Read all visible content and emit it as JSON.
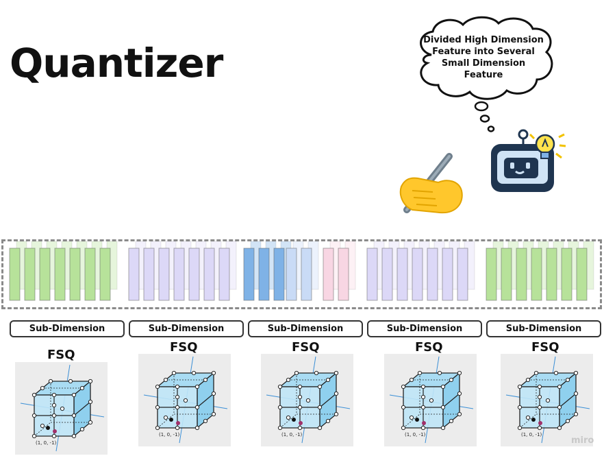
{
  "title": "Quantizer",
  "thought": {
    "lines": [
      "Divided High Dimension",
      "Feature into Several",
      "Small Dimension",
      "Feature"
    ]
  },
  "icons": [
    "writing-hand-icon",
    "robot-with-lightbulb-icon",
    "thought-bubble-icon"
  ],
  "sub_dimensions": [
    {
      "label": "Sub-Dimension",
      "color": "#b9d7f0"
    },
    {
      "label": "Sub-Dimension",
      "color": "#c9e6a8"
    },
    {
      "label": "Sub-Dimension",
      "color": "#f7f3a6"
    },
    {
      "label": "Sub-Dimension",
      "color": "#f3a58c"
    },
    {
      "label": "Sub-Dimension",
      "color": "#e67cb6"
    }
  ],
  "fsq_label": "FSQ",
  "cube_point_label": "(1, 0, -1)",
  "watermark": "miro",
  "colors": {
    "feature_green": "#b7e29a",
    "feature_purple": "#dcd8f7",
    "feature_blue": "#7fb2e6",
    "feature_pink": "#f8d6e3",
    "cube_fill": "#a9dcf3"
  }
}
